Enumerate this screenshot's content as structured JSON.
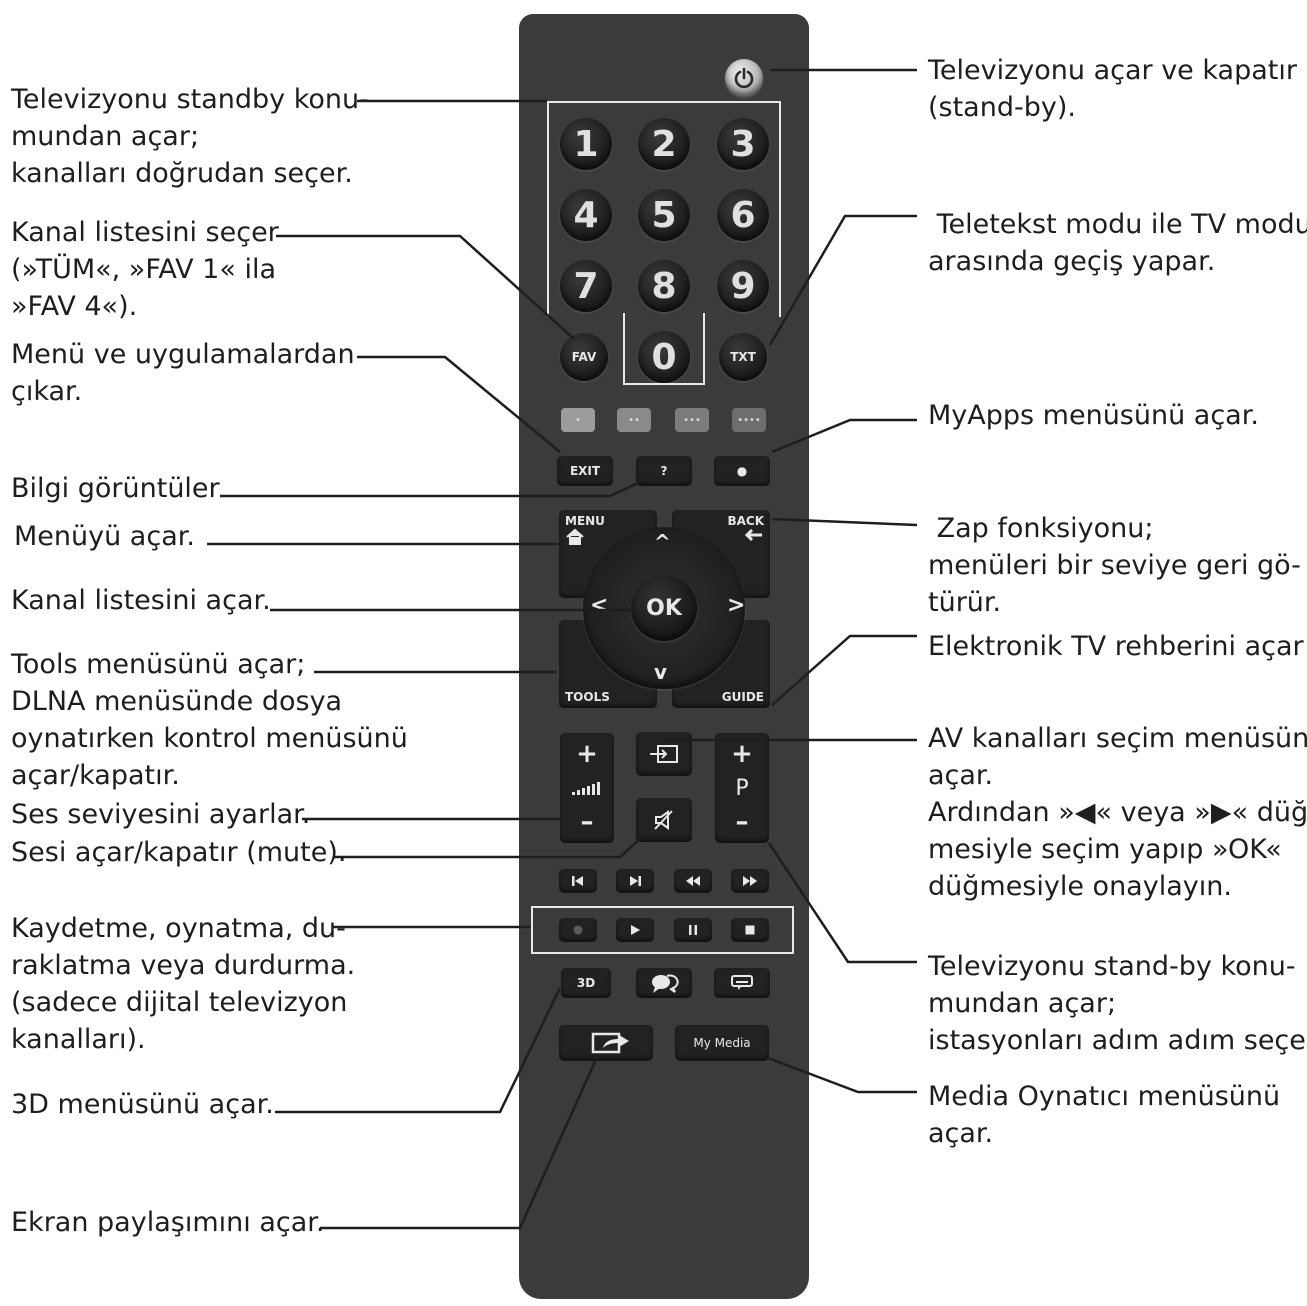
{
  "left_labels": [
    {
      "id": "numbers",
      "text": "Televizyonu standby konu-\nmundan açar;\nkanalları doğrudan seçer."
    },
    {
      "id": "fav",
      "text": "Kanal listesini seçer\n(»TÜM«, »FAV 1« ila\n»FAV 4«)."
    },
    {
      "id": "exit",
      "text": "Menü ve uygulamalardan\nçıkar."
    },
    {
      "id": "info",
      "text": "Bilgi görüntüler"
    },
    {
      "id": "menu",
      "text": "Menüyü açar."
    },
    {
      "id": "ok",
      "text": "Kanal listesini açar."
    },
    {
      "id": "tools",
      "text": "Tools menüsünü açar;\nDLNA menüsünde dosya\noynatırken kontrol menüsünü\naçar/kapatır."
    },
    {
      "id": "volume",
      "text": "Ses seviyesini ayarlar."
    },
    {
      "id": "mute",
      "text": "Sesi açar/kapatır (mute)."
    },
    {
      "id": "record",
      "text": "Kaydetme, oynatma, du-\nraklatma veya durdurma.\n(sadece dijital televizyon\nkanalları)."
    },
    {
      "id": "3d",
      "text": "3D menüsünü açar."
    },
    {
      "id": "share",
      "text": "Ekran paylaşımını açar."
    }
  ],
  "right_labels": [
    {
      "id": "power",
      "text": "Televizyonu açar ve kapatır\n(stand-by)."
    },
    {
      "id": "txt",
      "text": " Teletekst modu ile TV modu\narasında geçiş yapar."
    },
    {
      "id": "myapps",
      "text": "MyApps menüsünü açar."
    },
    {
      "id": "back",
      "text": " Zap fonksiyonu;\nmenüleri bir seviye geri gö-\ntürür."
    },
    {
      "id": "guide",
      "text": "Elektronik TV rehberini açar"
    },
    {
      "id": "av",
      "text": "AV kanalları seçim menüsünü\naçar.\nArdından »◀« veya »▶« düğ-\nmesiyle seçim yapıp »OK«\ndüğmesiyle onaylayın."
    },
    {
      "id": "channel",
      "text": "Televizyonu stand-by konu-\nmundan açar;\nistasyonları adım adım seçer"
    },
    {
      "id": "media",
      "text": "Media Oynatıcı menüsünü\naçar."
    }
  ],
  "remote": {
    "digits": [
      "1",
      "2",
      "3",
      "4",
      "5",
      "6",
      "7",
      "8",
      "9",
      "0"
    ],
    "fav": "FAV",
    "txt": "TXT",
    "color_buttons": [
      "•",
      "••",
      "•••",
      "••••"
    ],
    "exit": "EXIT",
    "info": "?",
    "myapps": "●",
    "menu": "MENU",
    "back": "BACK",
    "ok": "OK",
    "tools": "TOOLS",
    "guide": "GUIDE",
    "vol_plus": "+",
    "vol_minus": "–",
    "ch_plus": "+",
    "ch_p": "P",
    "ch_minus": "–",
    "three_d": "3D",
    "my_media": "My Media",
    "nav_up": "^",
    "nav_down": "v",
    "nav_left": "<",
    "nav_right": ">"
  }
}
